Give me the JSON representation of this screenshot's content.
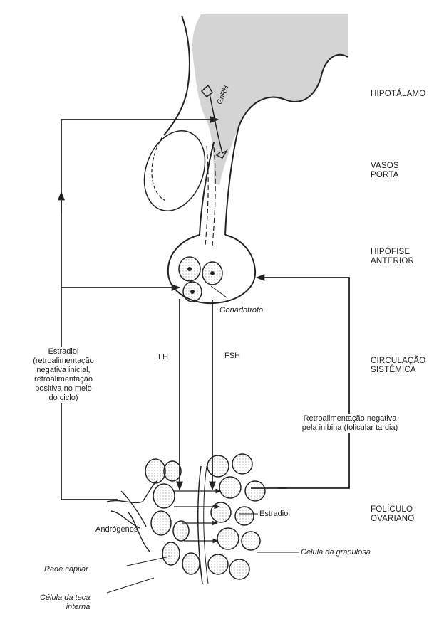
{
  "levels": [
    {
      "line1": "HIPOTÁLAMO",
      "line2": ""
    },
    {
      "line1": "VASOS",
      "line2": "PORTA"
    },
    {
      "line1": "HIPÓFISE",
      "line2": "ANTERIOR"
    },
    {
      "line1": "CIRCULAÇÃO",
      "line2": "SISTÊMICA"
    },
    {
      "line1": "FOLÍCULO",
      "line2": "OVARIANO"
    }
  ],
  "labels": {
    "gnrh": "GnRH",
    "gonadotrofo": "Gonadotrofo",
    "lh": "LH",
    "fsh": "FSH",
    "estradiol_feedback": [
      "Estradiol",
      "(retroalimentação",
      "negativa inicial,",
      "retroalimentação",
      "positiva no meio",
      "do ciclo)"
    ],
    "inhibin_feedback": [
      "Retroalimentação negativa",
      "pela inibina (folicular tardia)"
    ],
    "estradiol": "Estradiol",
    "androgenos": "Andrógenos",
    "granulosa": "Célula da granulosa",
    "rede_capilar": "Rede capilar",
    "teca_interna": [
      "Célula da teca",
      "interna"
    ]
  }
}
